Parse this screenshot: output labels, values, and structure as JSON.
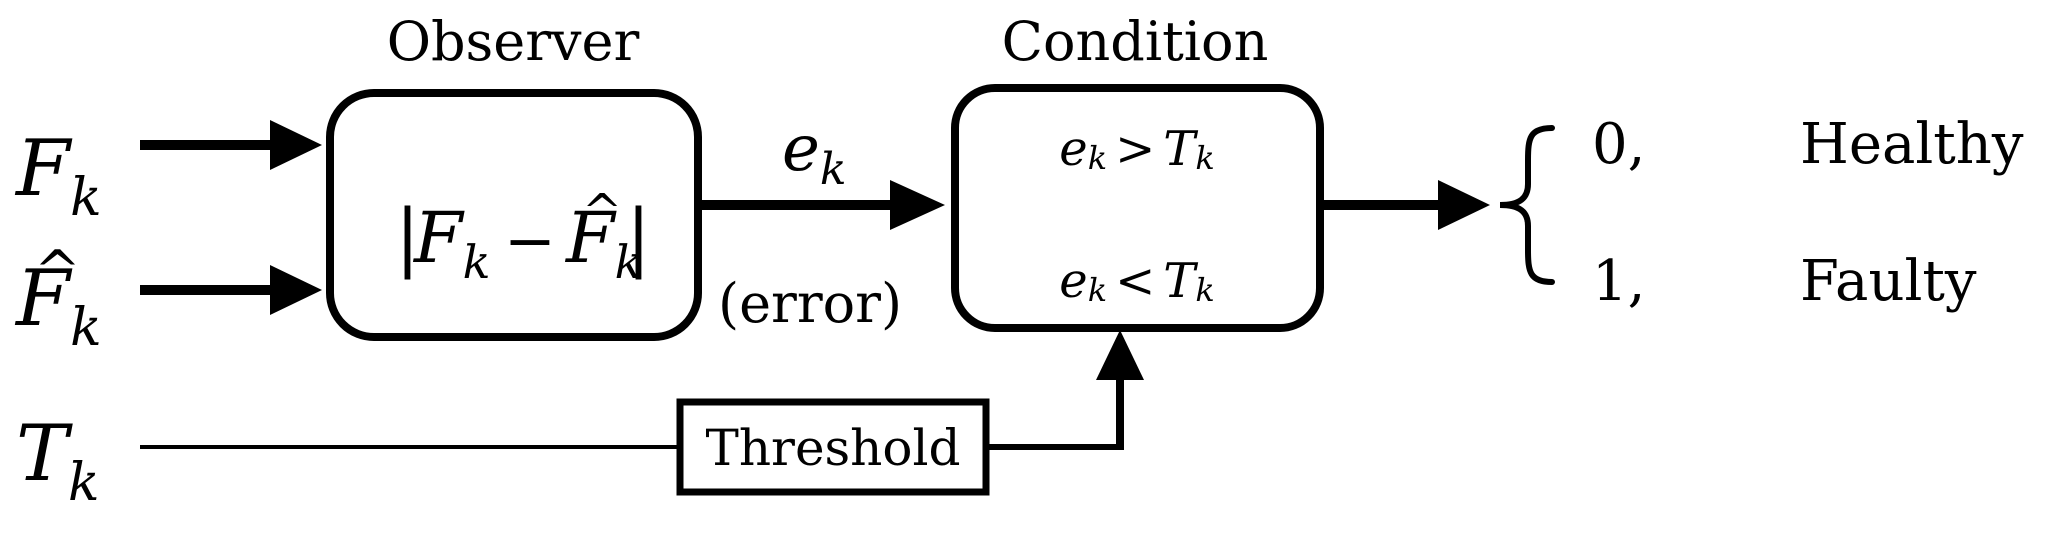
{
  "inputs": {
    "measured": {
      "base": "F",
      "sub": "k"
    },
    "estimated": {
      "base": "F",
      "sub": "k",
      "accent": "^"
    },
    "threshold": {
      "base": "T",
      "sub": "k"
    }
  },
  "observer": {
    "title": "Observer",
    "formula": {
      "bar": "|",
      "a": "F",
      "a_sub": "k",
      "op": "−",
      "b": "F",
      "b_sub": "k",
      "b_accent": "^"
    }
  },
  "signal": {
    "name": {
      "base": "e",
      "sub": "k"
    },
    "label": "(error)"
  },
  "condition": {
    "title": "Condition",
    "rule_high": {
      "lhs": "e",
      "lhs_sub": "k",
      "op": ">",
      "rhs": "T",
      "rhs_sub": "k"
    },
    "rule_low": {
      "lhs": "e",
      "lhs_sub": "k",
      "op": "<",
      "rhs": "T",
      "rhs_sub": "k"
    }
  },
  "threshold_block": {
    "label": "Threshold"
  },
  "output": {
    "brace": "{",
    "cases": [
      {
        "value": "0,",
        "state": "Healthy"
      },
      {
        "value": "1,",
        "state": "Faulty"
      }
    ]
  }
}
